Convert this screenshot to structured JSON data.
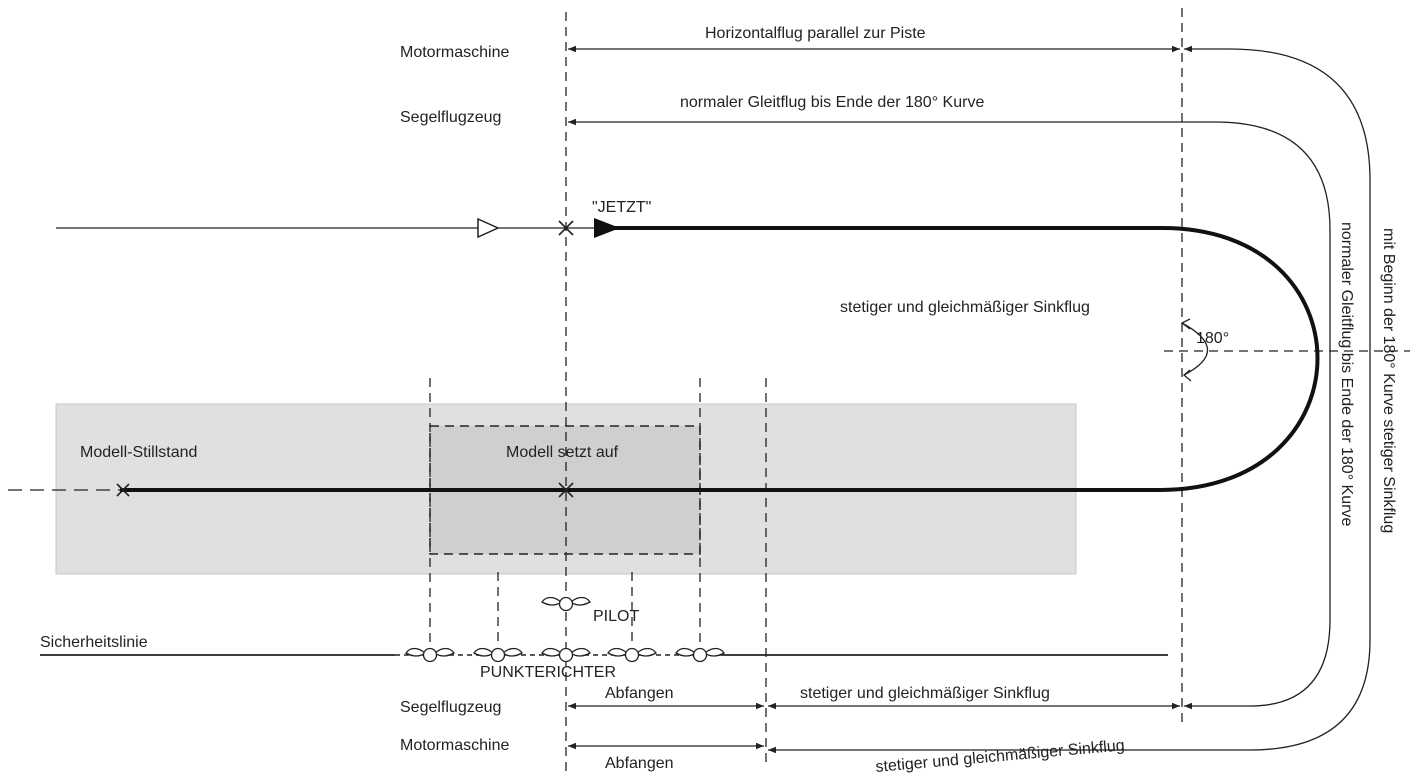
{
  "labels": {
    "motor_top": "Motormaschine",
    "segel_top": "Segelflugzeug",
    "horizontal": "Horizontalflug parallel zur Piste",
    "normal_glide": "normaler Gleitflug bis Ende der 180° Kurve",
    "jetzt": "\"JETZT\"",
    "steady_sink_mid": "stetiger und gleichmäßiger Sinkflug",
    "angle": "180°",
    "model_stop": "Modell-Stillstand",
    "touchdown": "Modell setzt auf",
    "pilot": "PILOT",
    "safety_line": "Sicherheitslinie",
    "judges": "PUNKTERICHTER",
    "segel_bottom": "Segelflugzeug",
    "motor_bottom": "Motormaschine",
    "abfangen_1": "Abfangen",
    "abfangen_2": "Abfangen",
    "steady_sink_bottom1": "stetiger und gleichmäßiger Sinkflug",
    "steady_sink_bottom2": "stetiger und gleichmäßiger Sinkflug",
    "vert_inner": "normaler Gleitflug bis Ende der 180° Kurve",
    "vert_outer": "mit Beginn der 180° Kurve stetiger Sinkflug"
  },
  "colors": {
    "runway": "#e0e0e0",
    "landing_zone": "#cfcfcf",
    "line": "#222222"
  }
}
